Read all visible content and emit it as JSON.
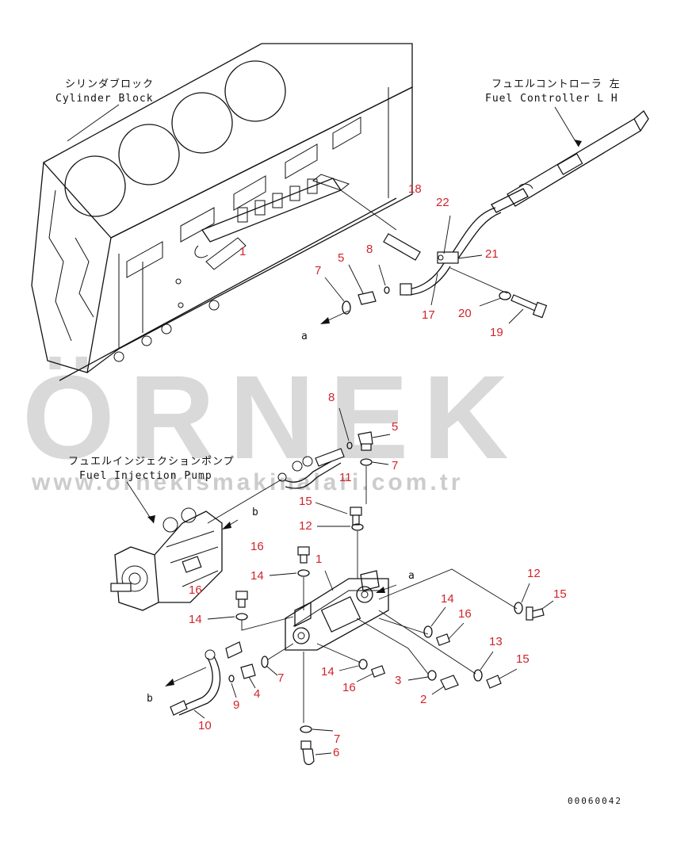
{
  "watermark": {
    "brand": "ÖRNEK",
    "url": "www.ornekismakinalari.com.tr"
  },
  "labels": {
    "cylinder_block_jp": "シリンダブロック",
    "cylinder_block_en": "Cylinder Block",
    "fuel_controller_jp": "フュエルコントローラ 左",
    "fuel_controller_en": "Fuel Controller L H",
    "fuel_pump_jp": "フュエルインジェクションポンプ",
    "fuel_pump_en": "Fuel Injection Pump",
    "view_a": "a",
    "view_b": "b"
  },
  "callouts": {
    "c18": "18",
    "c22": "22",
    "c21": "21",
    "c17": "17",
    "c20": "20",
    "c19": "19",
    "c7_top": "7",
    "c5_top": "5",
    "c8_top": "8",
    "c1_block": "1",
    "c8_mid": "8",
    "c5_mid": "5",
    "c7_mid": "7",
    "c11": "11",
    "c15_mid": "15",
    "c12_mid": "12",
    "c16_mid": "16",
    "c1_mid": "1",
    "c14_mid": "14",
    "c16_left": "16",
    "c14_left": "14",
    "c12_right": "12",
    "c15_right": "15",
    "c14_right": "14",
    "c16_right": "16",
    "c13": "13",
    "c15_low": "15",
    "c7_low": "7",
    "c4": "4",
    "c9": "9",
    "c10": "10",
    "c14_low": "14",
    "c16_low": "16",
    "c3": "3",
    "c2": "2",
    "c7_bottom": "7",
    "c6": "6"
  },
  "drawing_code": "00060042"
}
